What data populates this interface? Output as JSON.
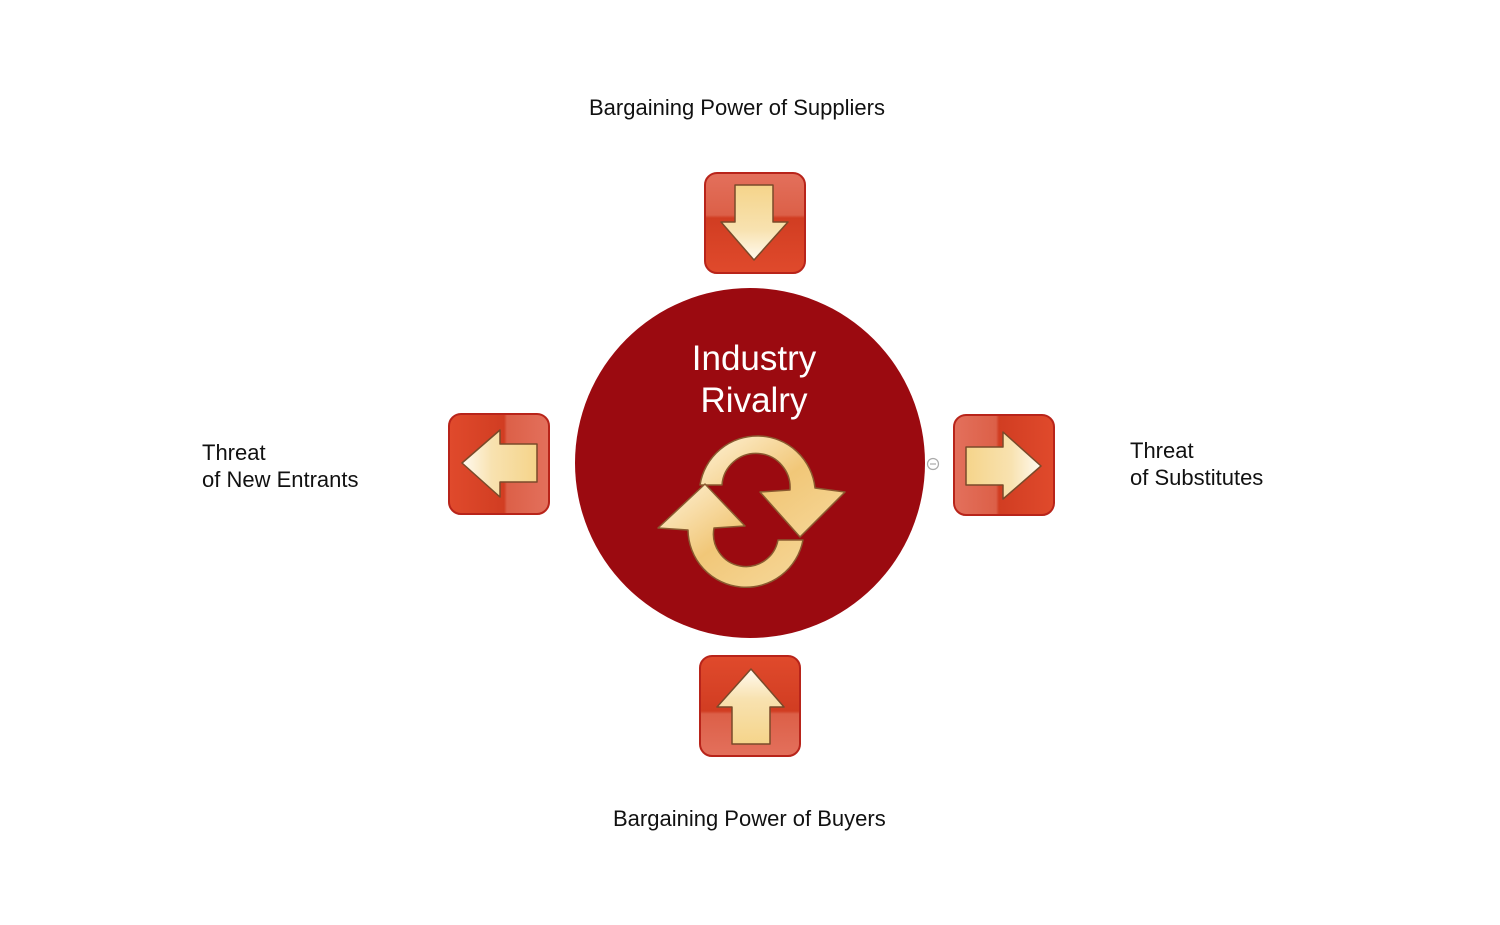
{
  "center": {
    "line1": "Industry",
    "line2": "Rivalry",
    "icon": "refresh-cycle-icon"
  },
  "forces": {
    "top": {
      "label": "Bargaining Power of Suppliers",
      "icon": "arrow-down-icon"
    },
    "bottom": {
      "label": "Bargaining Power of Buyers",
      "icon": "arrow-up-icon"
    },
    "left": {
      "line1": "Threat",
      "line2": "of New Entrants",
      "icon": "arrow-right-icon"
    },
    "right": {
      "line1": "Threat",
      "line2": "of Substitutes",
      "icon": "arrow-left-icon"
    }
  },
  "colors": {
    "circle": "#9b0a10",
    "button": "#d8402a",
    "arrow": "#f3cf85"
  }
}
